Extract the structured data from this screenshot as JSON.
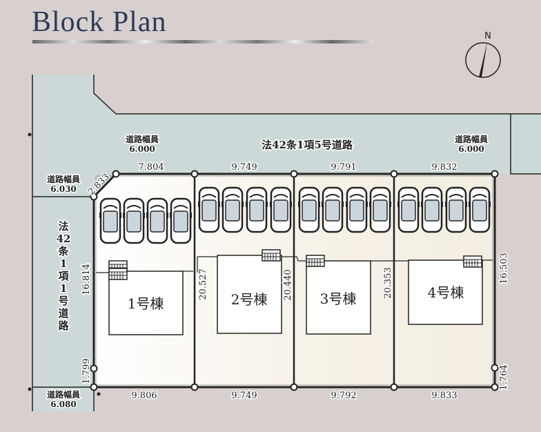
{
  "title": "Block Plan",
  "north_label": "N",
  "roads": {
    "top_name": "法42条1項5号道路",
    "left_name_chars": [
      "法",
      "42",
      "条",
      "1",
      "項",
      "1",
      "号",
      "道",
      "路"
    ],
    "width_label": "道路幅員",
    "top_left_width": "6.000",
    "top_right_width": "6.000",
    "left_upper_width": "6.030",
    "left_lower_width": "6.080"
  },
  "dimensions": {
    "corner_cut": "2.833",
    "top": [
      "7.804",
      "9.749",
      "9.791",
      "9.832"
    ],
    "bottom": [
      "9.806",
      "9.749",
      "9.792",
      "9.833"
    ],
    "left_side": "16.814",
    "left_small": "1.799",
    "dividers": [
      "20.527",
      "20.440",
      "20.353"
    ],
    "right_side": "16.503",
    "right_small": "1.764"
  },
  "buildings": [
    "1号棟",
    "2号棟",
    "3号棟",
    "4号棟"
  ],
  "colors": {
    "title": "#2e3a57",
    "road": "#cdd8d8",
    "background": "#d8d0ce"
  }
}
